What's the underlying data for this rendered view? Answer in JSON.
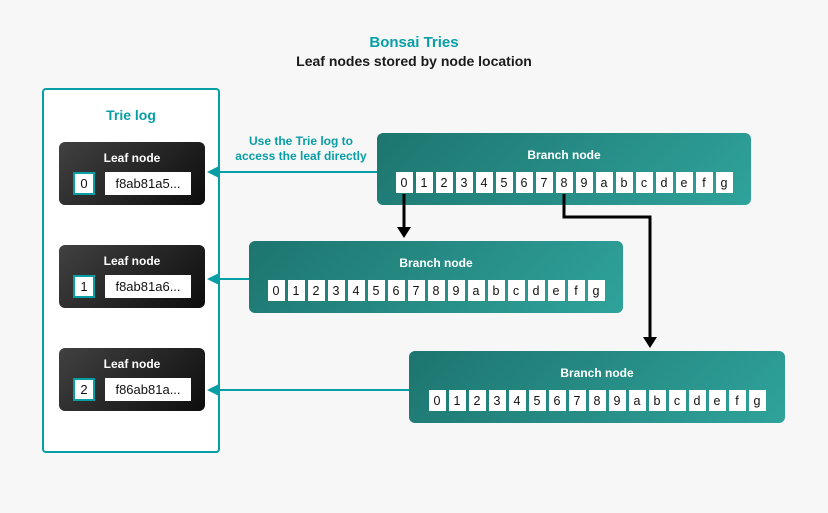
{
  "header": {
    "title": "Bonsai Tries",
    "subtitle": "Leaf nodes stored by node location"
  },
  "annotation": "Use the Trie log to access the leaf directly",
  "colors": {
    "accent": "#089ea6",
    "branch_gradient_start": "#1d756f",
    "branch_gradient_end": "#2fa39b",
    "leaf_gradient_start": "#414141",
    "leaf_gradient_end": "#0d0d0d",
    "background": "#f7f7f7"
  },
  "trie_log": {
    "title": "Trie log",
    "leaves": [
      {
        "label": "Leaf node",
        "index": "0",
        "hash": "f8ab81a5..."
      },
      {
        "label": "Leaf node",
        "index": "1",
        "hash": "f8ab81a6..."
      },
      {
        "label": "Leaf node",
        "index": "2",
        "hash": "f86ab81a..."
      }
    ]
  },
  "branches": [
    {
      "label": "Branch node",
      "cells": [
        "0",
        "1",
        "2",
        "3",
        "4",
        "5",
        "6",
        "7",
        "8",
        "9",
        "a",
        "b",
        "c",
        "d",
        "e",
        "f",
        "g"
      ]
    },
    {
      "label": "Branch node",
      "cells": [
        "0",
        "1",
        "2",
        "3",
        "4",
        "5",
        "6",
        "7",
        "8",
        "9",
        "a",
        "b",
        "c",
        "d",
        "e",
        "f",
        "g"
      ]
    },
    {
      "label": "Branch node",
      "cells": [
        "0",
        "1",
        "2",
        "3",
        "4",
        "5",
        "6",
        "7",
        "8",
        "9",
        "a",
        "b",
        "c",
        "d",
        "e",
        "f",
        "g"
      ]
    }
  ]
}
